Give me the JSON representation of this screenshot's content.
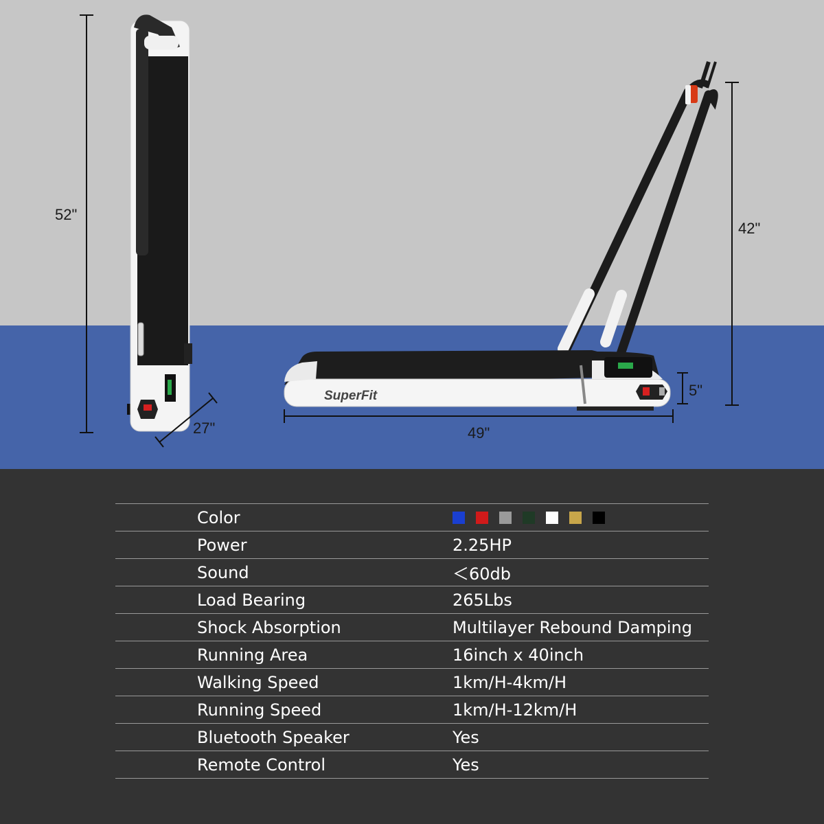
{
  "dimensions": {
    "folded_height": "52\"",
    "folded_width": "27\"",
    "handrail_height": "42\"",
    "deck_height": "5\"",
    "length": "49\""
  },
  "brand_logo": "SuperFit",
  "colors": {
    "wall": "#c6c6c6",
    "floor": "#4564a9",
    "panel": "#333333"
  },
  "specs": [
    {
      "label": "Color",
      "value": ""
    },
    {
      "label": "Power",
      "value": "2.25HP"
    },
    {
      "label": "Sound",
      "value": "＜60db"
    },
    {
      "label": "Load Bearing",
      "value": "265Lbs"
    },
    {
      "label": "Shock Absorption",
      "value": "Multilayer Rebound Damping"
    },
    {
      "label": "Running Area",
      "value": "16inch x 40inch"
    },
    {
      "label": "Walking Speed",
      "value": "1km/H-4km/H"
    },
    {
      "label": "Running Speed",
      "value": "1km/H-12km/H"
    },
    {
      "label": "Bluetooth Speaker",
      "value": "Yes"
    },
    {
      "label": "Remote Control",
      "value": "Yes"
    }
  ],
  "color_swatches": [
    "#1a3fd0",
    "#d01a1a",
    "#9a9a9a",
    "#1f3a26",
    "#ffffff",
    "#c8a64a",
    "#000000"
  ]
}
